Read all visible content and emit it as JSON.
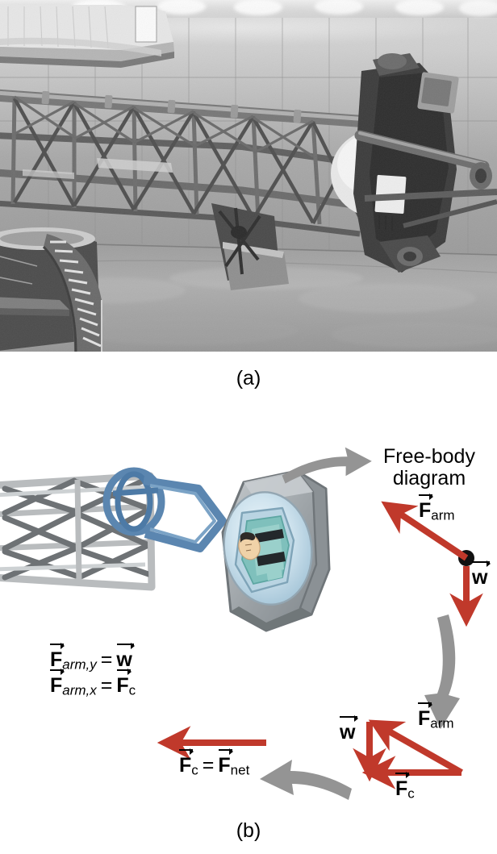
{
  "figure": {
    "panel_a": {
      "label": "(a)",
      "caption_kind": "photograph",
      "description": "Centrifuge arm with gondola at a training facility"
    },
    "panel_b": {
      "label": "(b)",
      "description": "Illustration of centrifuge arm and rider with free-body diagram"
    }
  },
  "free_body_diagram": {
    "title_line1": "Free-body",
    "title_line2": "diagram",
    "vectors": [
      {
        "id": "F-arm-top",
        "symbol": "F",
        "subscript": "arm",
        "direction": "up-left",
        "color": "#c0392b"
      },
      {
        "id": "w-top",
        "symbol": "w",
        "subscript": "",
        "direction": "down",
        "color": "#c0392b"
      }
    ]
  },
  "vector_triangle": {
    "vectors": [
      {
        "id": "w-tri",
        "symbol": "w",
        "subscript": "",
        "direction": "down",
        "color": "#c0392b"
      },
      {
        "id": "F-arm-tri",
        "symbol": "F",
        "subscript": "arm",
        "direction": "up-left",
        "color": "#c0392b"
      },
      {
        "id": "F-c-tri",
        "symbol": "F",
        "subscript": "c",
        "direction": "left",
        "color": "#c0392b"
      }
    ]
  },
  "equations": {
    "comp_y": {
      "lhs_symbol": "F",
      "lhs_sub": "arm,y",
      "rhs_symbol": "w",
      "rhs_sub": "",
      "equals": "="
    },
    "comp_x": {
      "lhs_symbol": "F",
      "lhs_sub": "arm,x",
      "rhs_symbol": "F",
      "rhs_sub": "c",
      "equals": "="
    },
    "net": {
      "lhs_symbol": "F",
      "lhs_sub": "c",
      "rhs_symbol": "F",
      "rhs_sub": "net",
      "equals": "="
    }
  },
  "colors": {
    "vector_red": "#c0392b",
    "flow_arrow_gray": "#949494",
    "truss_light": "#b9bcbe",
    "truss_dark": "#6e7275",
    "gimbal_blue": "#5b86b0",
    "gondola_gray": "#9aa0a4",
    "gondola_light": "#d7dbdd",
    "window_blue": "#cfe3ee",
    "suit_teal": "#7fc0bc",
    "harness_black": "#23282b",
    "skin": "#f0d2a8"
  },
  "flow_arrows": [
    {
      "id": "flow-top",
      "direction": "right",
      "color": "#949494"
    },
    {
      "id": "flow-right",
      "direction": "down",
      "color": "#949494"
    },
    {
      "id": "flow-bottom",
      "direction": "left",
      "color": "#949494"
    }
  ]
}
